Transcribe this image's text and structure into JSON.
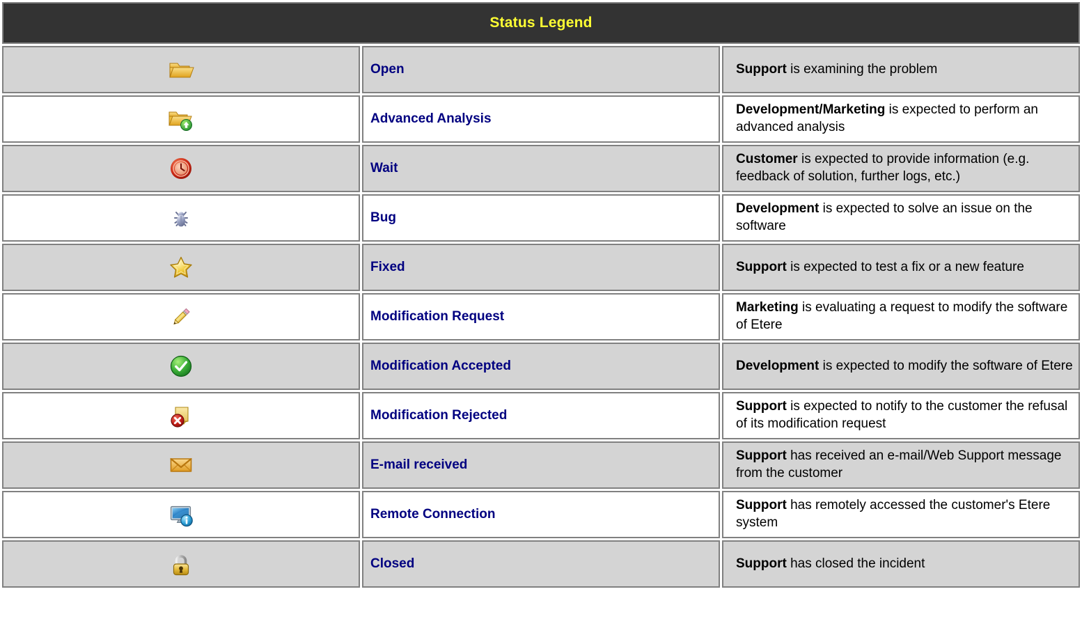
{
  "header": {
    "title": "Status Legend",
    "bg_color": "#333333",
    "title_color": "#ffff33"
  },
  "theme": {
    "label_color": "#000080",
    "alt_row_bg": "#d4d4d4",
    "row_bg": "#ffffff",
    "border_color": "#808080",
    "text_color": "#000000"
  },
  "rows": [
    {
      "icon": "open-folder-icon",
      "label": "Open",
      "lead": "Support",
      "rest": " is examining the problem",
      "shaded": true
    },
    {
      "icon": "folder-add-icon",
      "label": "Advanced Analysis",
      "lead": "Development/Marketing",
      "rest": " is expected to perform an advanced analysis",
      "shaded": false
    },
    {
      "icon": "clock-icon",
      "label": "Wait",
      "lead": "Customer",
      "rest": " is expected to provide information (e.g. feedback of solution, further logs, etc.)",
      "shaded": true
    },
    {
      "icon": "bug-icon",
      "label": "Bug",
      "lead": "Development",
      "rest": " is expected to solve an issue on the software",
      "shaded": false
    },
    {
      "icon": "star-icon",
      "label": "Fixed",
      "lead": "Support",
      "rest": " is expected to test a fix or a new feature",
      "shaded": true
    },
    {
      "icon": "pencil-icon",
      "label": "Modification Request",
      "lead": "Marketing",
      "rest": " is evaluating a request to modify the software of Etere",
      "shaded": false
    },
    {
      "icon": "check-circle-icon",
      "label": "Modification Accepted",
      "lead": "Development",
      "rest": " is expected to modify the software of Etere",
      "shaded": true
    },
    {
      "icon": "note-reject-icon",
      "label": "Modification Rejected",
      "lead": "Support",
      "rest": " is expected to notify to the customer the refusal of its modification request",
      "shaded": false
    },
    {
      "icon": "envelope-icon",
      "label": "E-mail received",
      "lead": "Support",
      "rest": " has received an e-mail/Web Support message from the customer",
      "shaded": true
    },
    {
      "icon": "remote-monitor-icon",
      "label": "Remote Connection",
      "lead": "Support",
      "rest": " has remotely accessed the customer's Etere system",
      "shaded": false
    },
    {
      "icon": "padlock-icon",
      "label": "Closed",
      "lead": "Support",
      "rest": " has closed the incident",
      "shaded": true
    }
  ]
}
